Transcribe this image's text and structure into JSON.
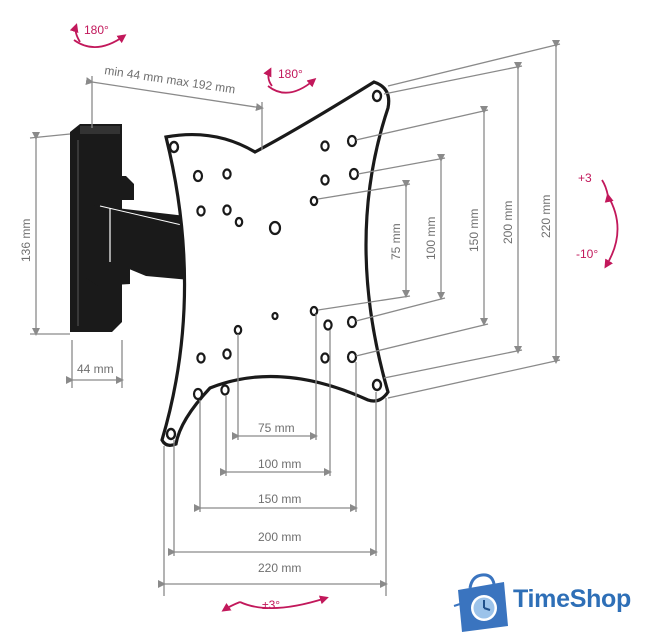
{
  "diagram": {
    "rotation_top_left": "180°",
    "rotation_top_center": "180°",
    "arm_extension": "min 44 mm max 192 mm",
    "wall_plate_height": "136 mm",
    "wall_plate_width": "44 mm",
    "tilt_up": "+3",
    "tilt_down": "-10°",
    "swivel": "±3°",
    "vertical_dims": [
      "75 mm",
      "100 mm",
      "150 mm",
      "200 mm",
      "220 mm"
    ],
    "horizontal_dims": [
      "75 mm",
      "100 mm",
      "150 mm",
      "200 mm",
      "220 mm"
    ]
  },
  "brand": {
    "name": "TimeShop"
  },
  "colors": {
    "accent": "#c2185b",
    "brand": "#2e6fb7",
    "line": "#8a8a8a",
    "ink": "#1a1a1a"
  }
}
